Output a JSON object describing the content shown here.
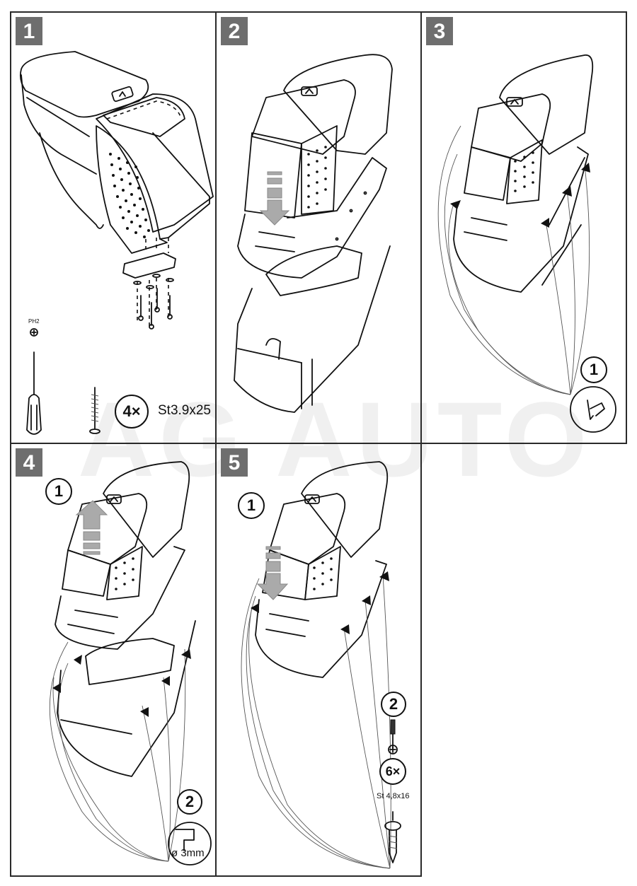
{
  "document": {
    "type": "armrest installation instructions",
    "watermark": "AG AUTO"
  },
  "steps": [
    {
      "number": "1",
      "tool_label": "PH2",
      "quantity": "4×",
      "screw_spec": "St3.9x25"
    },
    {
      "number": "2"
    },
    {
      "number": "3",
      "sub_step": "1"
    },
    {
      "number": "4",
      "sub_steps": [
        "1",
        "2"
      ],
      "drill_spec": "ø 3mm"
    },
    {
      "number": "5",
      "sub_steps": [
        "1",
        "2"
      ],
      "quantity": "6×",
      "screw_spec": "St 4,8x16"
    }
  ],
  "colors": {
    "badge": "#6e6e6e",
    "arrow": "#aaaaaa",
    "line": "#111111",
    "border": "#2a2a2a"
  }
}
